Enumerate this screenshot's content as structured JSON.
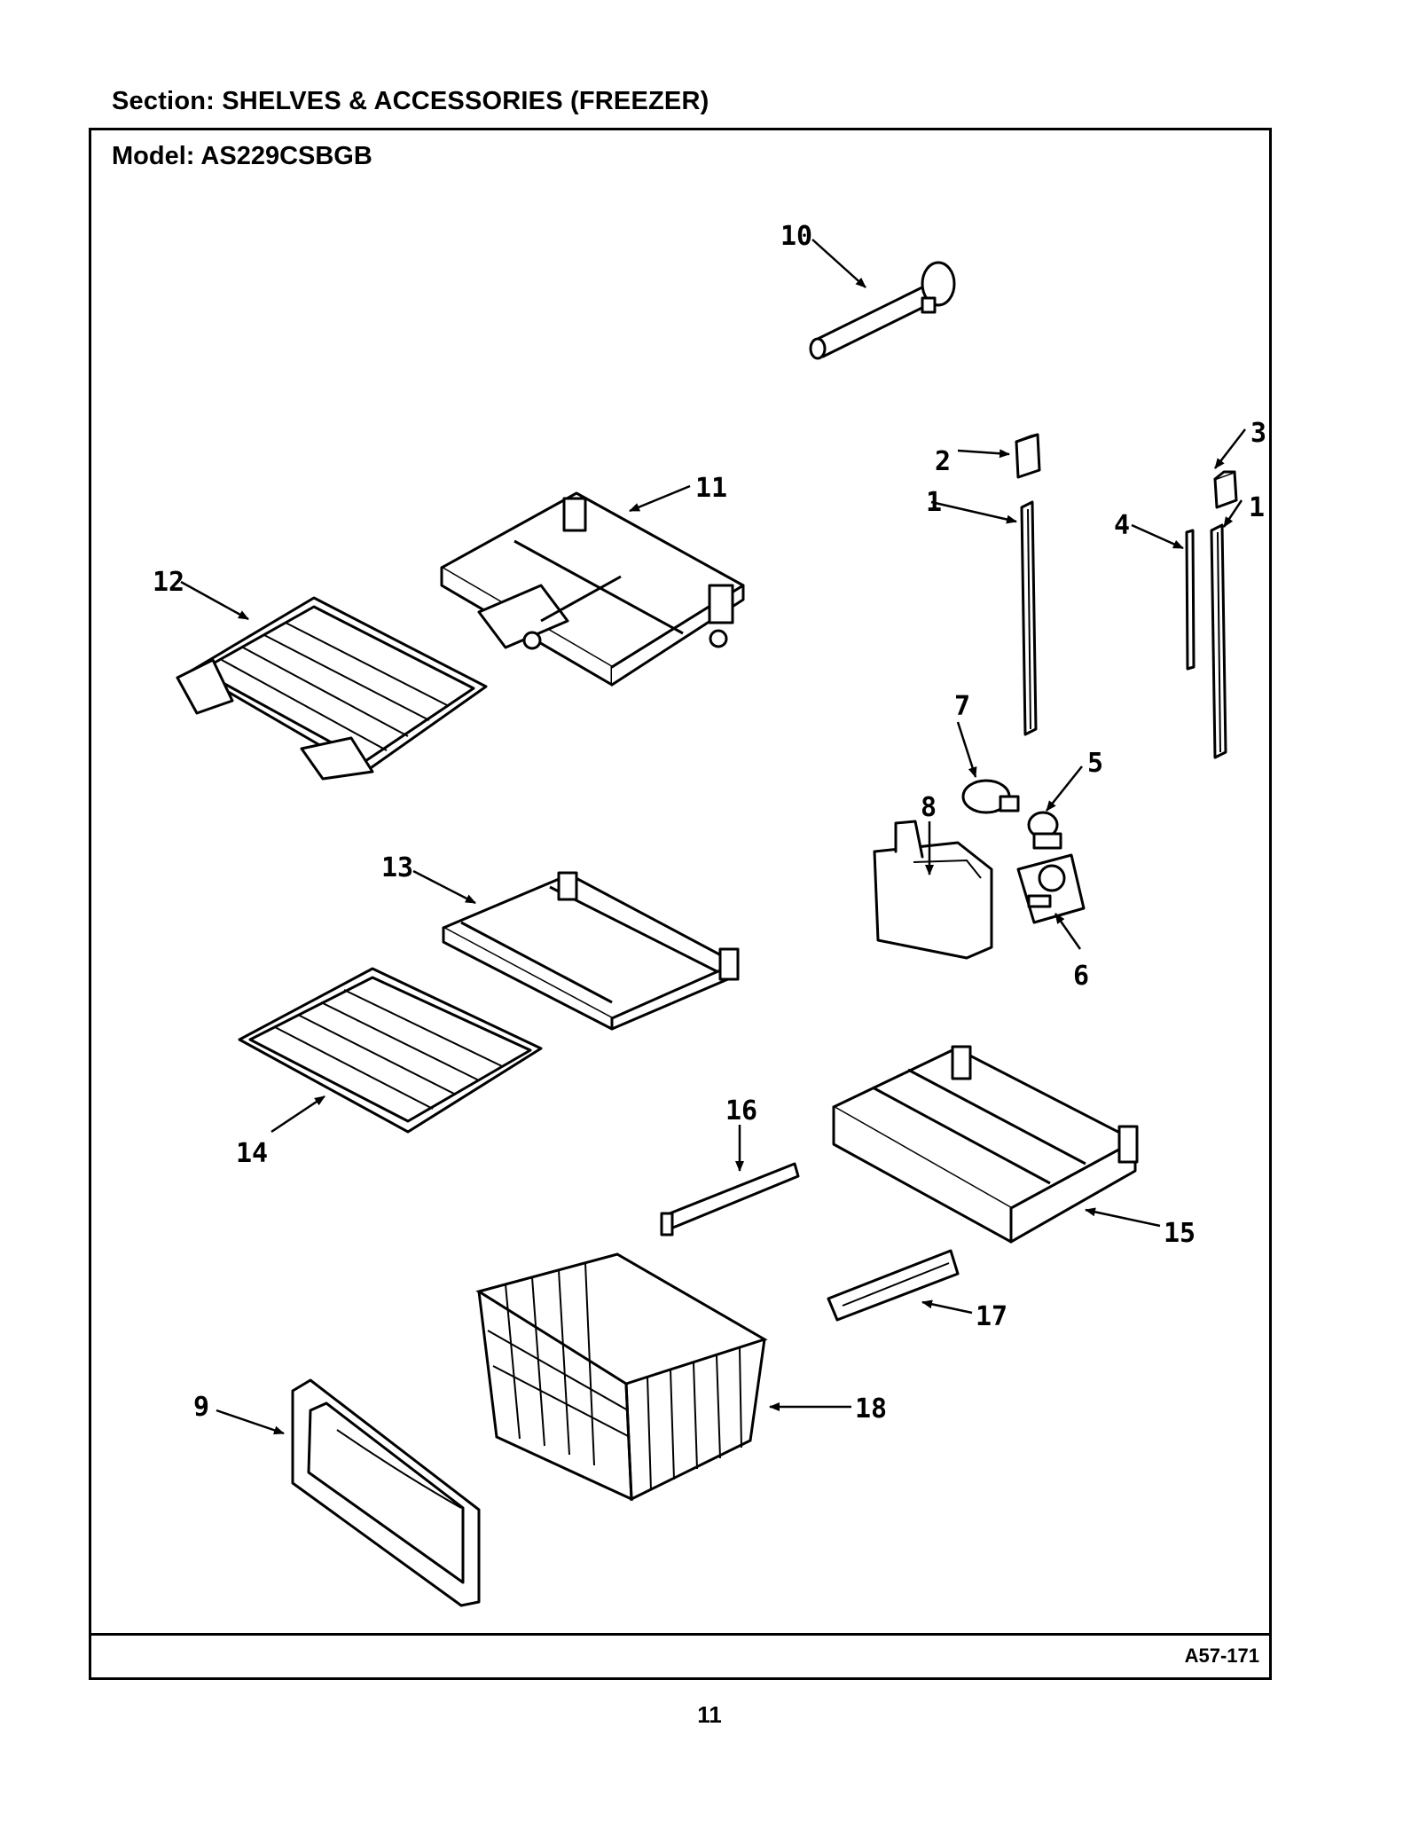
{
  "header": {
    "section": "Section:  SHELVES & ACCESSORIES (FREEZER)"
  },
  "frame": {
    "model": "Model:  AS229CSBGB",
    "ref_code": "A57-171"
  },
  "page": {
    "number": "11"
  },
  "callouts": [
    {
      "id": "c10",
      "label": "10"
    },
    {
      "id": "c2",
      "label": "2"
    },
    {
      "id": "c3",
      "label": "3"
    },
    {
      "id": "c11",
      "label": "11"
    },
    {
      "id": "c1a",
      "label": "1"
    },
    {
      "id": "c4",
      "label": "4"
    },
    {
      "id": "c1b",
      "label": "1"
    },
    {
      "id": "c12",
      "label": "12"
    },
    {
      "id": "c7",
      "label": "7"
    },
    {
      "id": "c5",
      "label": "5"
    },
    {
      "id": "c8",
      "label": "8"
    },
    {
      "id": "c13",
      "label": "13"
    },
    {
      "id": "c6",
      "label": "6"
    },
    {
      "id": "c14",
      "label": "14"
    },
    {
      "id": "c16",
      "label": "16"
    },
    {
      "id": "c15",
      "label": "15"
    },
    {
      "id": "c17",
      "label": "17"
    },
    {
      "id": "c9",
      "label": "9"
    },
    {
      "id": "c18",
      "label": "18"
    }
  ]
}
